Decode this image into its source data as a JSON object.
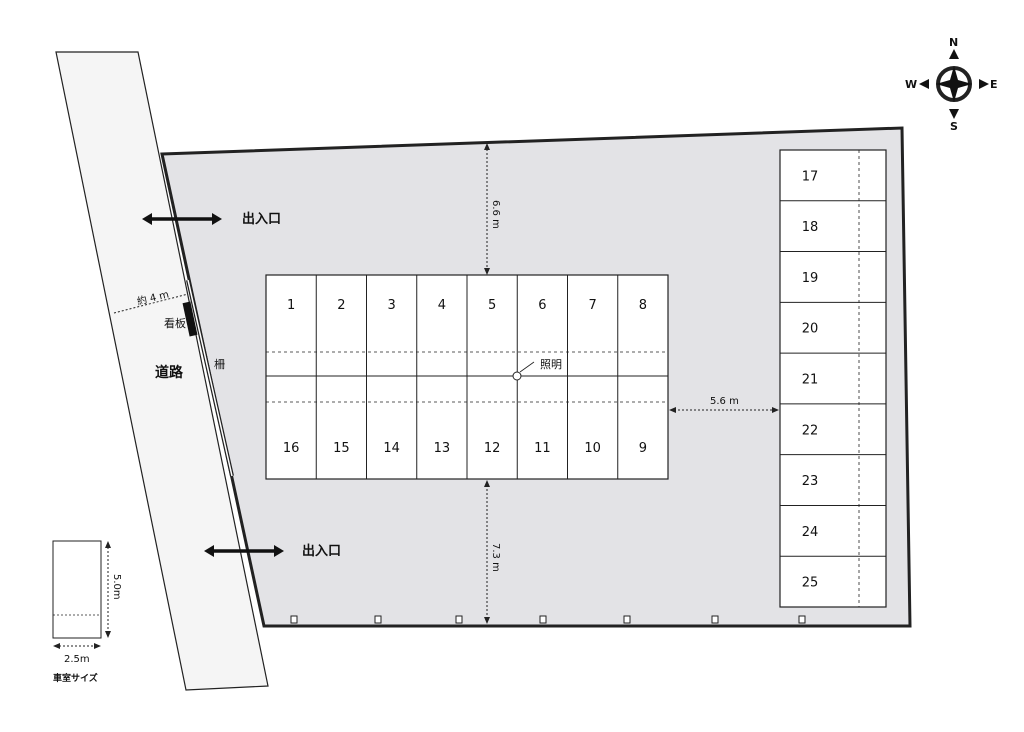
{
  "compass": {
    "n": "N",
    "e": "E",
    "s": "S",
    "w": "W"
  },
  "labels": {
    "entrance_top": "出入口",
    "entrance_bottom": "出入口",
    "road_width": "約 4 m",
    "sign": "看板",
    "fence": "柵",
    "road": "道路",
    "lighting": "照明"
  },
  "dimensions": {
    "top_gap": "6.6 m",
    "bottom_gap": "7.3 m",
    "aisle_gap": "5.6 m"
  },
  "legend": {
    "depth": "5.0m",
    "width": "2.5m",
    "caption": "車室サイズ"
  },
  "spaces": {
    "top_row": [
      "1",
      "2",
      "3",
      "4",
      "5",
      "6",
      "7",
      "8"
    ],
    "bottom_row": [
      "16",
      "15",
      "14",
      "13",
      "12",
      "11",
      "10",
      "9"
    ],
    "right_column": [
      "17",
      "18",
      "19",
      "20",
      "21",
      "22",
      "23",
      "24",
      "25"
    ]
  },
  "colors": {
    "lot": "#e3e3e6",
    "road": "#f5f5f5",
    "line": "#222222"
  }
}
